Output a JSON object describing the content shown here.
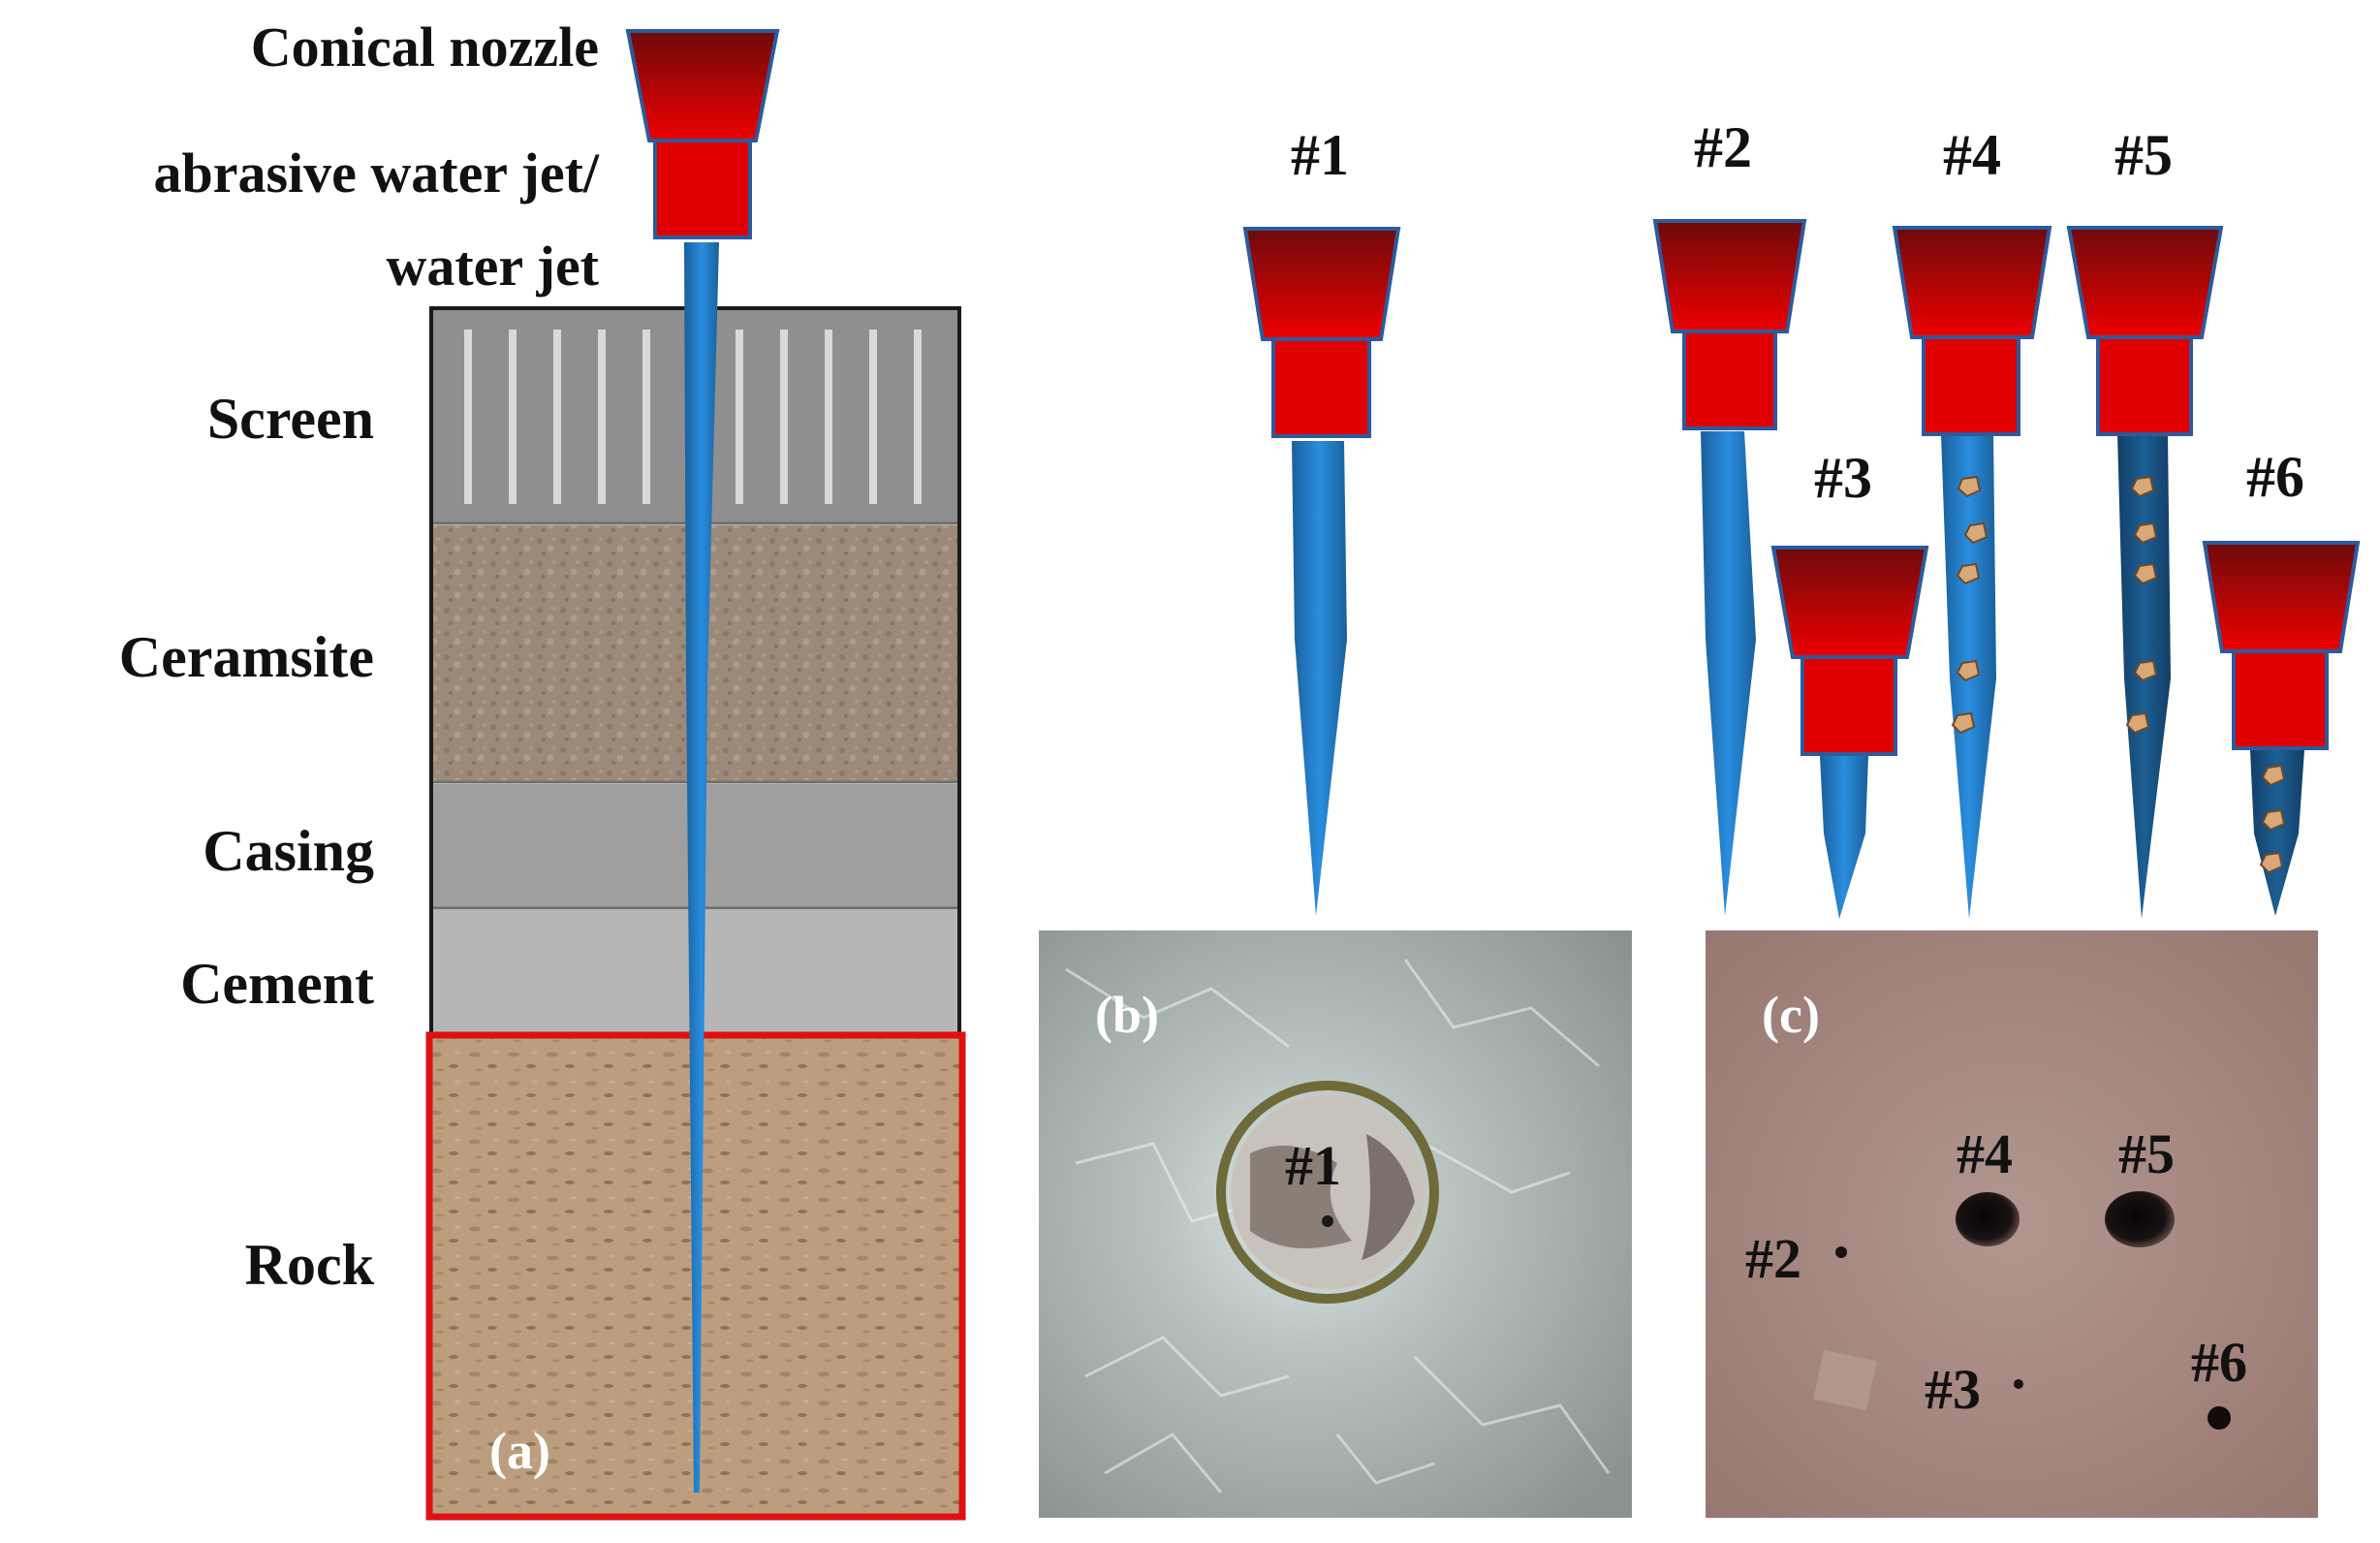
{
  "colors": {
    "nozzle_dark": "#6e0a0a",
    "nozzle_red": "#e00000",
    "nozzle_border": "#2c5a9c",
    "jet_blue": "#1e78c8",
    "jet_dark_blue": "#1a5f9a",
    "abrasive_particle": "#d8a878",
    "rock_frame": "#e01010",
    "screen_gray": "#8c8c8c",
    "ceramsite_brown": "#9a8877",
    "casing_gray": "#a0a0a0",
    "cement_gray": "#b8b8b8",
    "rock_tan": "#b89a7a",
    "panel_b_bg": "#a9b0ac",
    "panel_c_bg": "#a88b84"
  },
  "panel_a": {
    "nozzle_label": "Conical nozzle",
    "jet_label_line1": "abrasive water jet/",
    "jet_label_line2": "water jet",
    "layers": [
      "Screen",
      "Ceramsite",
      "Casing",
      "Cement",
      "Rock"
    ],
    "panel_letter": "(a)"
  },
  "nozzles": [
    {
      "id": "#1",
      "jet": "water",
      "abrasive": false
    },
    {
      "id": "#2",
      "jet": "water",
      "abrasive": false
    },
    {
      "id": "#3",
      "jet": "water",
      "abrasive": false
    },
    {
      "id": "#4",
      "jet": "abrasive",
      "abrasive": true
    },
    {
      "id": "#5",
      "jet": "abrasive",
      "abrasive": true
    },
    {
      "id": "#6",
      "jet": "abrasive",
      "abrasive": true
    }
  ],
  "panel_b": {
    "panel_letter": "(b)",
    "hole_label": "#1"
  },
  "panel_c": {
    "panel_letter": "(c)",
    "hole_labels": [
      "#2",
      "#3",
      "#4",
      "#5",
      "#6"
    ]
  }
}
